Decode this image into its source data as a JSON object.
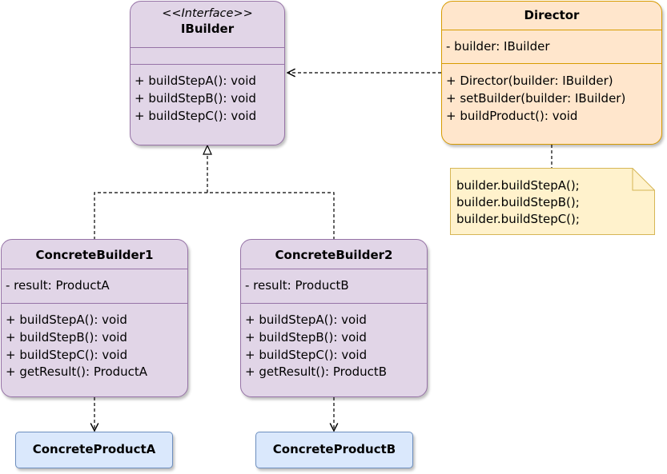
{
  "ibuilder": {
    "stereotype": "<<Interface>>",
    "name": "IBuilder",
    "methods": [
      "+ buildStepA(): void",
      "+ buildStepB(): void",
      "+ buildStepC(): void"
    ]
  },
  "director": {
    "name": "Director",
    "field": "- builder: IBuilder",
    "methods": [
      "+ Director(builder: IBuilder)",
      "+ setBuilder(builder: IBuilder)",
      "+ buildProduct(): void"
    ]
  },
  "note": {
    "lines": [
      "builder.buildStepA();",
      "builder.buildStepB();",
      "builder.buildStepC();"
    ]
  },
  "builder1": {
    "name": "ConcreteBuilder1",
    "field": "- result: ProductA",
    "methods": [
      "+ buildStepA(): void",
      "+ buildStepB(): void",
      "+ buildStepC(): void",
      "+ getResult(): ProductA"
    ]
  },
  "builder2": {
    "name": "ConcreteBuilder2",
    "field": "- result: ProductB",
    "methods": [
      "+ buildStepA(): void",
      "+ buildStepB(): void",
      "+ buildStepC(): void",
      "+ getResult(): ProductB"
    ]
  },
  "product_a": {
    "name": "ConcreteProductA"
  },
  "product_b": {
    "name": "ConcreteProductB"
  },
  "colors": {
    "class_fill": "#e1d5e7",
    "class_stroke": "#9673a6",
    "director_fill": "#ffe6cc",
    "director_stroke": "#d79b00",
    "note_fill": "#fff2cc",
    "note_stroke": "#d6b656",
    "product_fill": "#dae8fc",
    "product_stroke": "#6c8ebf"
  }
}
